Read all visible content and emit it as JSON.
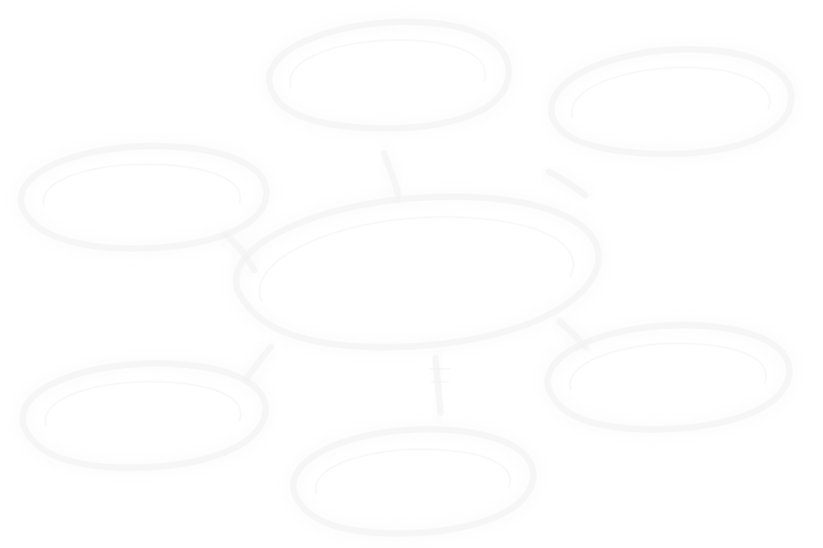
{
  "canvas": {
    "background": "#ffffff"
  },
  "style": {
    "stroke_color": "#f1f1f1",
    "halo_color": "#f6f6f6"
  },
  "diagram": {
    "central_node": "central-loop",
    "outer_nodes": [
      "top-loop",
      "top-right-loop",
      "upper-left-loop",
      "lower-right-loop",
      "lower-left-loop",
      "bottom-loop"
    ],
    "connectors": [
      {
        "from": "central-loop",
        "to": "top-loop"
      },
      {
        "from": "central-loop",
        "to": "upper-left-loop"
      },
      {
        "from": "central-loop",
        "to": "top-right-loop"
      },
      {
        "from": "central-loop",
        "to": "lower-right-loop"
      },
      {
        "from": "central-loop",
        "to": "lower-left-loop"
      },
      {
        "from": "central-loop",
        "to": "bottom-loop"
      }
    ]
  }
}
